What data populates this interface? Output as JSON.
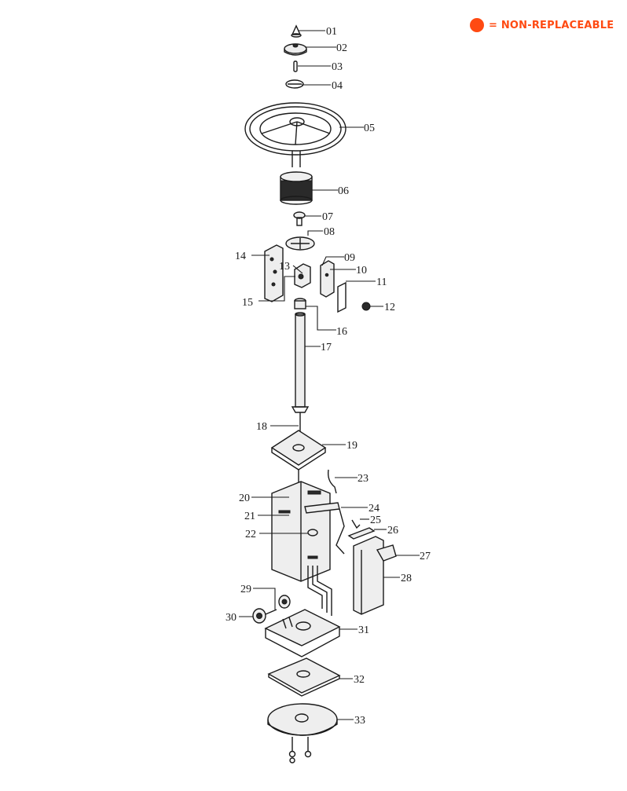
{
  "legend": {
    "text": "= NON-REPLACEABLE",
    "dot_color": "#ff4a12",
    "text_color": "#ff4a12"
  },
  "parts": [
    {
      "label": "01"
    },
    {
      "label": "02"
    },
    {
      "label": "03"
    },
    {
      "label": "04"
    },
    {
      "label": "05"
    },
    {
      "label": "06"
    },
    {
      "label": "07"
    },
    {
      "label": "08"
    },
    {
      "label": "09"
    },
    {
      "label": "10"
    },
    {
      "label": "11"
    },
    {
      "label": "12"
    },
    {
      "label": "13"
    },
    {
      "label": "14"
    },
    {
      "label": "15"
    },
    {
      "label": "16"
    },
    {
      "label": "17"
    },
    {
      "label": "18"
    },
    {
      "label": "19"
    },
    {
      "label": "20"
    },
    {
      "label": "21"
    },
    {
      "label": "22"
    },
    {
      "label": "23"
    },
    {
      "label": "24"
    },
    {
      "label": "25"
    },
    {
      "label": "26"
    },
    {
      "label": "27"
    },
    {
      "label": "28"
    },
    {
      "label": "29"
    },
    {
      "label": "30"
    },
    {
      "label": "31"
    },
    {
      "label": "32"
    },
    {
      "label": "33"
    }
  ]
}
